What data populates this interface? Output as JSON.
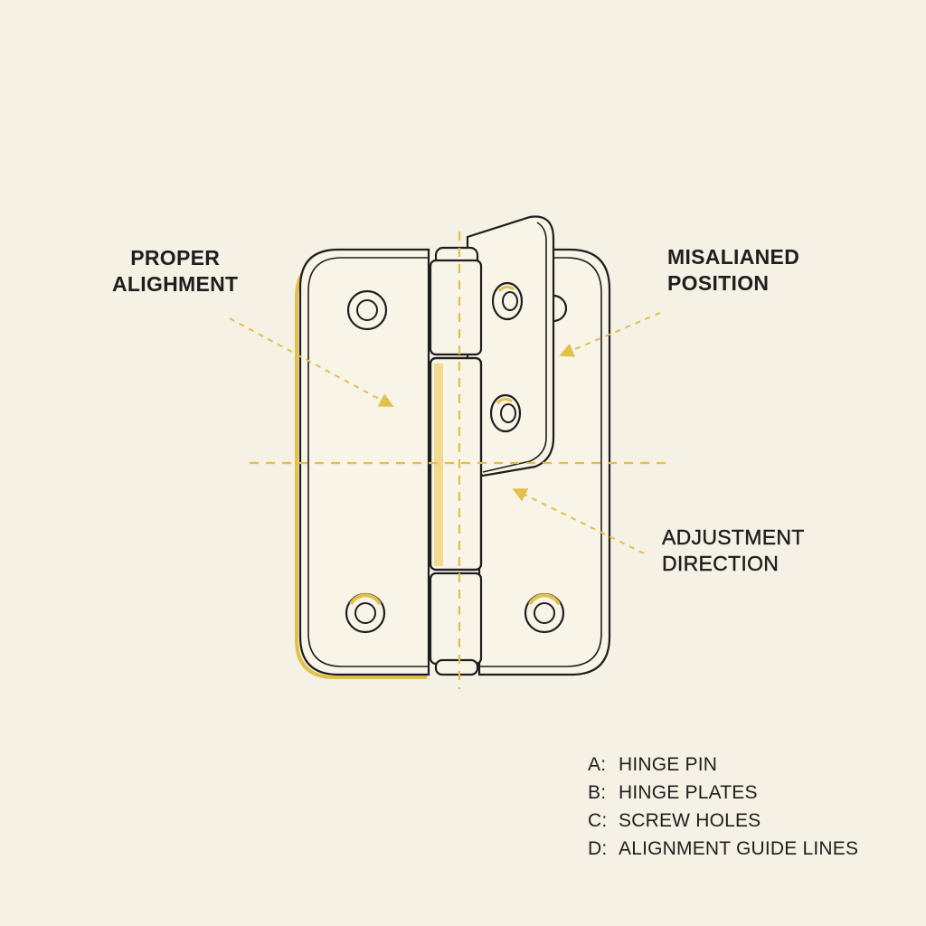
{
  "labels": {
    "proper_line1": "PROPER",
    "proper_line2": "ALIGHMENT",
    "misaligned_line1": "MISALIANED",
    "misaligned_line2": "POSITION",
    "adjustment_line1": "ADJUSTMENT",
    "adjustment_line2": "DIRECTION"
  },
  "legend": [
    {
      "key": "A:",
      "text": "HINGE PIN"
    },
    {
      "key": "B:",
      "text": "HINGE PLATES"
    },
    {
      "key": "C:",
      "text": "SCREW HOLES"
    },
    {
      "key": "D:",
      "text": "ALIGNMENT GUIDE LINES"
    }
  ],
  "colors": {
    "background": "#f5f1e4",
    "outline": "#1e1e1e",
    "accent": "#e3c04a",
    "plate_fill": "#f8f4e7"
  }
}
